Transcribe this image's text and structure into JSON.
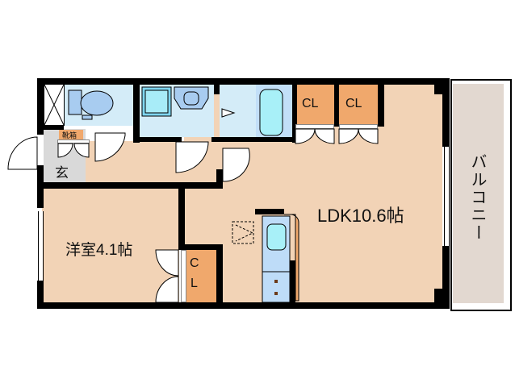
{
  "floorplan": {
    "rooms": {
      "western_room": {
        "label": "洋室4.1帖",
        "type": "western-room",
        "size_jo": 4.1
      },
      "ldk": {
        "label": "LDK10.6帖",
        "type": "living-dining-kitchen",
        "size_jo": 10.6
      },
      "entrance": {
        "label": "玄"
      },
      "shoe_box": {
        "label": "靴箱"
      },
      "balcony": {
        "label": "バルコニー"
      },
      "closet_1": {
        "label": "CL"
      },
      "closet_2": {
        "label": "CL"
      },
      "closet_3": {
        "label_top": "C",
        "label_bottom": "L"
      }
    },
    "colors": {
      "wood_floor": "#f2d3b6",
      "wet_area": "#d4ecf8",
      "closet": "#f0a86c",
      "entrance": "#d9d9d9",
      "balcony": "#e2d8d0",
      "wall": "#000000"
    }
  }
}
